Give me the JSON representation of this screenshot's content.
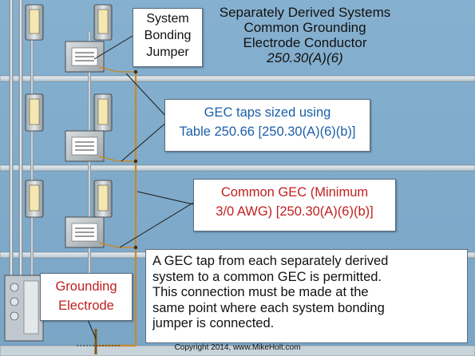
{
  "title": {
    "line1": "Separately Derived Systems",
    "line2": "Common Grounding",
    "line3": "Electrode Conductor",
    "line4": "250.30(A)(6)"
  },
  "callouts": {
    "system_bonding_jumper": [
      "System",
      "Bonding",
      "Jumper"
    ],
    "gec_taps": [
      "GEC taps sized using",
      "Table 250.66 [250.30(A)(6)(b)]"
    ],
    "common_gec": [
      "Common GEC (Minimum",
      "3/0 AWG) [250.30(A)(6)(b)]"
    ],
    "grounding_electrode": [
      "Grounding",
      "Electrode"
    ]
  },
  "note": [
    "A GEC tap from each separately derived",
    "system to a common GEC is permitted.",
    "This connection must be made at the",
    "same point where each system bonding",
    "jumper is connected."
  ],
  "copyright": "Copyright 2014, www.MikeHolt.com",
  "colors": {
    "background": "#7fa8c8",
    "blue_text": "#1b5fa8",
    "red_text": "#c02020",
    "conductor": "#c58a2c",
    "leader_line": "#1a1a1a"
  }
}
